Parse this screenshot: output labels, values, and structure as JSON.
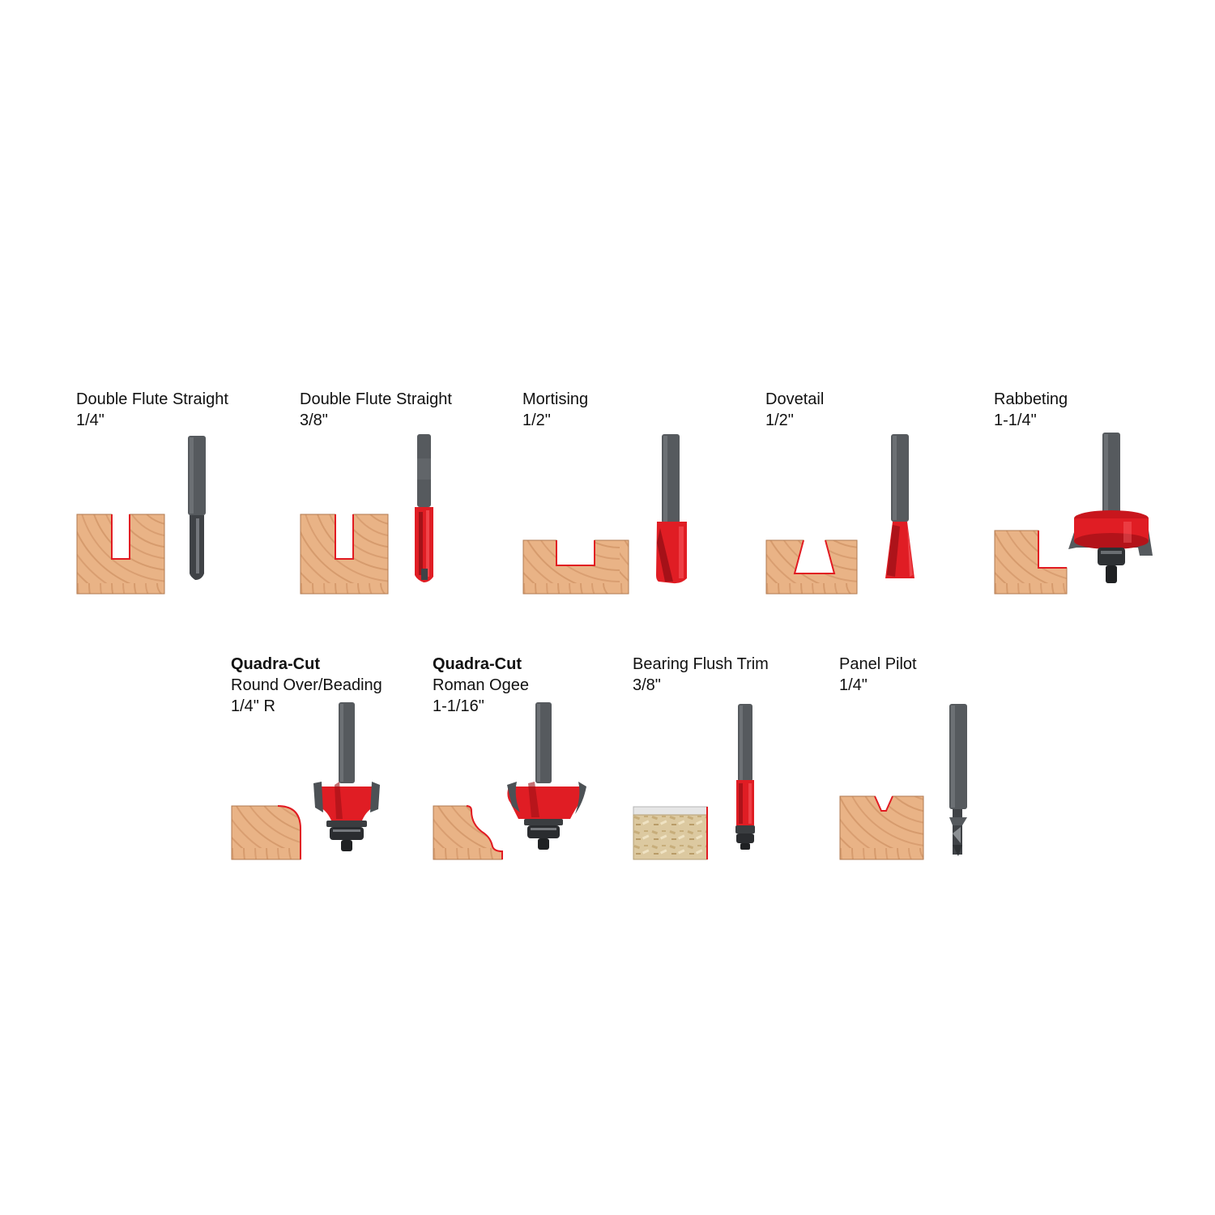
{
  "colors": {
    "wood": "#e9b386",
    "wood_ring": "#c98a5c",
    "cut_edge": "#e11b22",
    "bit_red": "#e01d24",
    "shank": "#565a5e",
    "particle": "#dcc9a0"
  },
  "products": [
    {
      "title": "Double Flute Straight",
      "size": "1/4\"",
      "profile": "wood-profile-square-groove",
      "bit": "straight-bit-icon"
    },
    {
      "title": "Double Flute Straight",
      "size": "3/8\"",
      "profile": "wood-profile-square-groove",
      "bit": "straight-bit-icon"
    },
    {
      "title": "Mortising",
      "size": "1/2\"",
      "profile": "wood-profile-mortise",
      "bit": "mortising-bit-icon"
    },
    {
      "title": "Dovetail",
      "size": "1/2\"",
      "profile": "wood-profile-dovetail",
      "bit": "dovetail-bit-icon"
    },
    {
      "title": "Rabbeting",
      "size": "1-1/4\"",
      "profile": "wood-profile-rabbet",
      "bit": "rabbeting-bit-icon"
    },
    {
      "brand": "Quadra-Cut",
      "title": "Round Over/Beading",
      "size": "1/4\" R",
      "profile": "wood-profile-roundover",
      "bit": "roundover-bit-icon"
    },
    {
      "brand": "Quadra-Cut",
      "title": "Roman Ogee",
      "size": "1-1/16\"",
      "profile": "wood-profile-ogee",
      "bit": "ogee-bit-icon"
    },
    {
      "title": "Bearing Flush Trim",
      "size": "3/8\"",
      "profile": "particleboard-profile-flush",
      "bit": "flush-trim-bit-icon"
    },
    {
      "title": "Panel Pilot",
      "size": "1/4\"",
      "profile": "wood-profile-v-notch",
      "bit": "panel-pilot-bit-icon"
    }
  ]
}
